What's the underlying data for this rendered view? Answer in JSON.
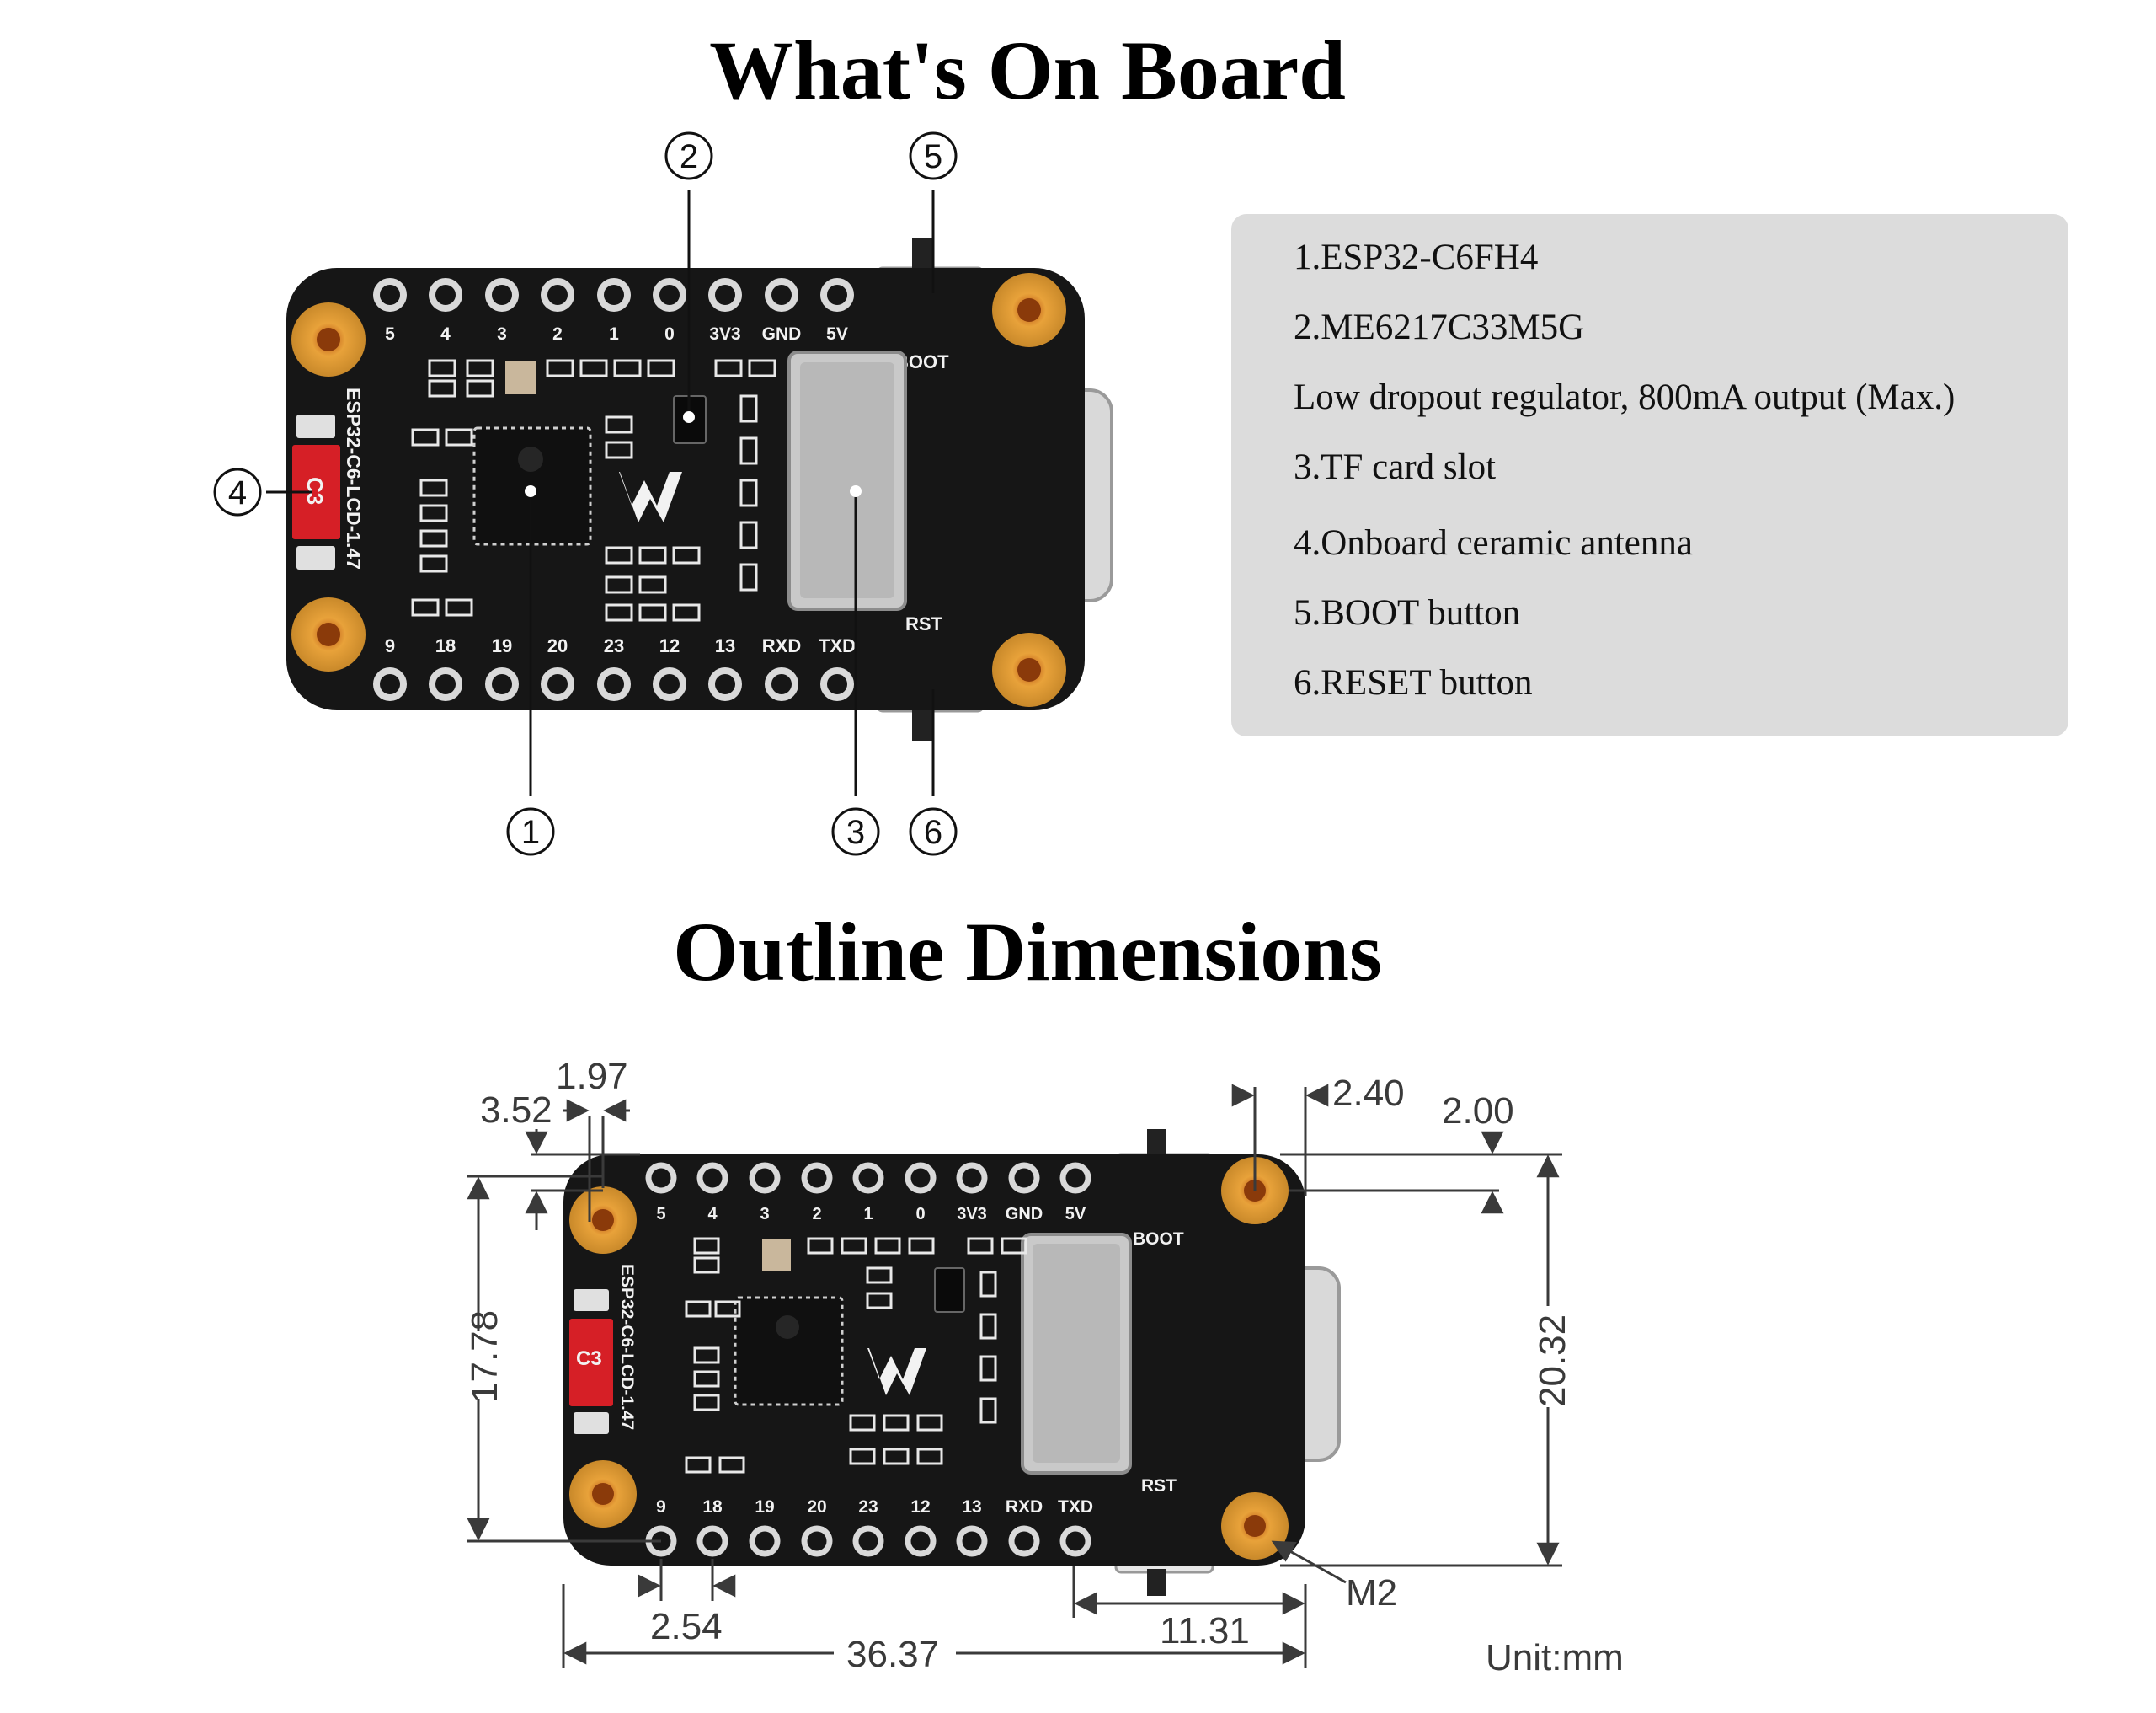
{
  "titles": {
    "board": "What's On Board",
    "outline": "Outline Dimensions"
  },
  "legend": [
    "1.ESP32-C6FH4",
    "2.ME6217C33M5G",
    "Low dropout regulator, 800mA output (Max.)",
    "3.TF card slot",
    "4.Onboard ceramic antenna",
    "5.BOOT button",
    "6.RESET button"
  ],
  "callouts": [
    "1",
    "2",
    "3",
    "4",
    "5",
    "6"
  ],
  "board": {
    "model": "ESP32-C6-LCD-1.47",
    "antenna_mark": "C3",
    "top_pins": [
      "5",
      "4",
      "3",
      "2",
      "1",
      "0",
      "3V3",
      "GND",
      "5V"
    ],
    "bottom_pins": [
      "9",
      "18",
      "19",
      "20",
      "23",
      "12",
      "13",
      "RXD",
      "TXD"
    ],
    "boot_label": "BOOT",
    "rst_label": "RST"
  },
  "dimensions": {
    "d1": "1.97",
    "d2": "3.52",
    "d3": "2.40",
    "d4": "2.00",
    "d5": "17.78",
    "d6": "20.32",
    "d7": "2.54",
    "d8": "36.37",
    "d9": "11.31",
    "hole": "M2",
    "unit": "Unit:mm"
  }
}
